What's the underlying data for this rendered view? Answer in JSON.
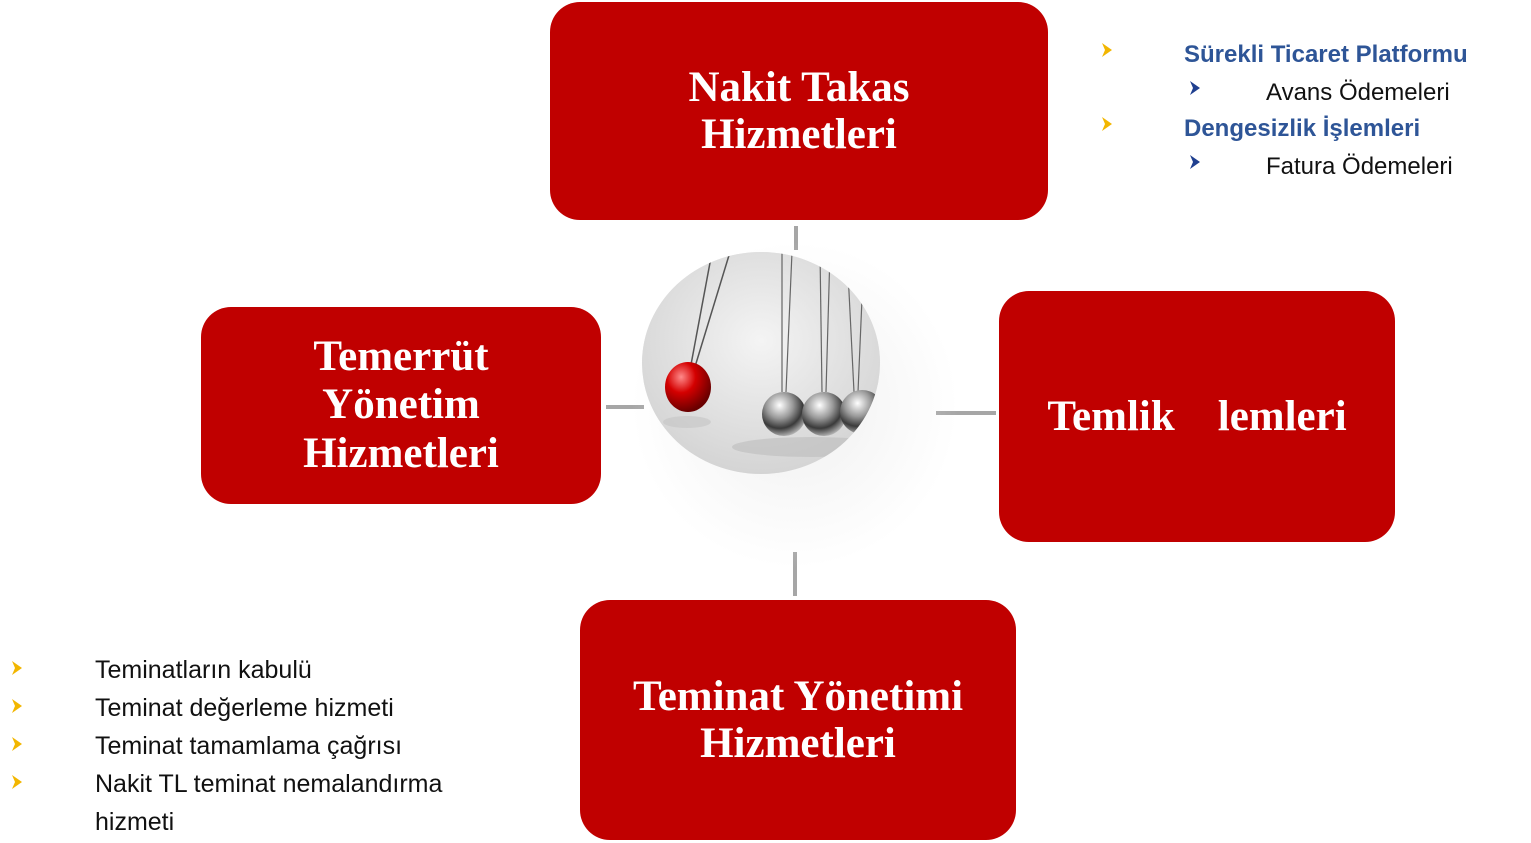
{
  "colors": {
    "box": "#c00000",
    "box_text": "#ffffff",
    "heading_blue": "#2e5597",
    "chevron_gold": "#f2b600",
    "chevron_blue": "#1f3f8f",
    "connector": "#a6a6a6"
  },
  "boxes": {
    "top": {
      "line1": "Nakit Takas",
      "line2": "Hizmetleri"
    },
    "left": {
      "line1": "Temerrüt",
      "line2": "Yönetim",
      "line3": "Hizmetleri"
    },
    "right": {
      "line1": "Temlik    lemleri"
    },
    "bottom": {
      "line1": "Teminat Yönetimi",
      "line2": "Hizmetleri"
    }
  },
  "top_right_list": {
    "items": [
      {
        "label": "Sürekli Ticaret Platformu",
        "sub": "Avans Ödemeleri"
      },
      {
        "label": "Dengesizlik İşlemleri",
        "sub": "Fatura Ödemeleri"
      }
    ]
  },
  "bottom_left_list": {
    "items": [
      "Teminatların kabulü",
      "Teminat değerleme hizmeti",
      "Teminat tamamlama çağrısı",
      "Nakit TL teminat nemalandırma",
      "hizmeti"
    ]
  },
  "center_image": {
    "icon": "newtons-cradle-image"
  }
}
